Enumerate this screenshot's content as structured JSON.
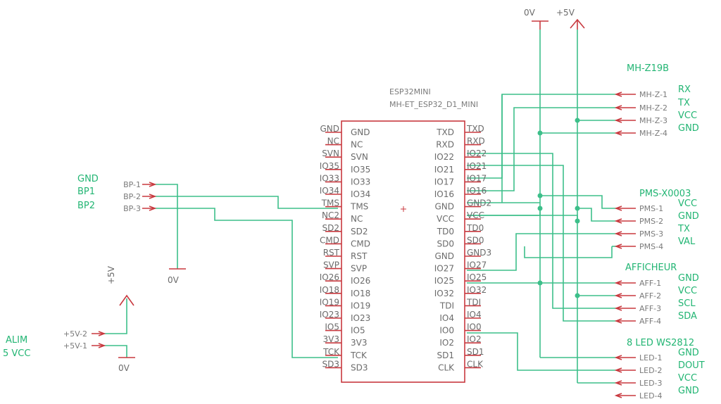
{
  "power": {
    "top_0v": "0V",
    "top_5v": "+5V",
    "bp_0v": "0V",
    "alim_5v": "+5V",
    "alim_0v": "0V"
  },
  "esp32": {
    "name": "ESP32MINI",
    "value": "MH-ET_ESP32_D1_MINI",
    "left_pins": [
      "GND",
      "NC",
      "SVN",
      "IO35",
      "IO33",
      "IO34",
      "TMS",
      "NC",
      "SD2",
      "CMD",
      "RST",
      "SVP",
      "IO26",
      "IO18",
      "IO19",
      "IO23",
      "IO5",
      "3V3",
      "TCK",
      "SD3"
    ],
    "left_nets": [
      "GND",
      "NC",
      "SVN",
      "IO35",
      "IO33",
      "IO34",
      "TMS",
      "NC2",
      "SD2",
      "CMD",
      "RST",
      "SVP",
      "IO26",
      "IO18",
      "IO19",
      "IO23",
      "IO5",
      "3V3",
      "TCK",
      "SD3"
    ],
    "right_pins": [
      "TXD",
      "RXD",
      "IO22",
      "IO21",
      "IO17",
      "IO16",
      "GND",
      "VCC",
      "TD0",
      "SD0",
      "GND",
      "IO27",
      "IO25",
      "IO32",
      "TDI",
      "IO4",
      "IO0",
      "IO2",
      "SD1",
      "CLK"
    ],
    "right_nets": [
      "TXD",
      "RXD",
      "IO22",
      "IO21",
      "IO17",
      "IO16",
      "GND2",
      "VCC",
      "TD0",
      "SD0",
      "GND3",
      "IO27",
      "IO25",
      "IO32",
      "TDI",
      "IO4",
      "IO0",
      "IO2",
      "SD1",
      "CLK"
    ]
  },
  "bp": {
    "pins": [
      "BP-1",
      "BP-2",
      "BP-3"
    ],
    "labels": [
      "GND",
      "BP1",
      "BP2"
    ]
  },
  "alim": {
    "pins": [
      "+5V-2",
      "+5V-1"
    ],
    "labels": [
      "ALIM",
      "5 VCC"
    ]
  },
  "mhz": {
    "title": "MH-Z19B",
    "pins": [
      "MH-Z-1",
      "MH-Z-2",
      "MH-Z-3",
      "MH-Z-4"
    ],
    "labels": [
      "RX",
      "TX",
      "VCC",
      "GND"
    ]
  },
  "pms": {
    "title": "PMS-X0003",
    "pins": [
      "PMS-1",
      "PMS-2",
      "PMS-3",
      "PMS-4"
    ],
    "labels": [
      "VCC",
      "GND",
      "TX",
      "VAL"
    ]
  },
  "aff": {
    "title": "AFFICHEUR",
    "pins": [
      "AFF-1",
      "AFF-2",
      "AFF-3",
      "AFF-4"
    ],
    "labels": [
      "GND",
      "VCC",
      "SCL",
      "SDA"
    ]
  },
  "led": {
    "title": "8 LED WS2812",
    "pins": [
      "LED-1",
      "LED-2",
      "LED-3",
      "LED-4"
    ],
    "labels": [
      "GND",
      "DOUT",
      "VCC",
      "GND"
    ]
  }
}
